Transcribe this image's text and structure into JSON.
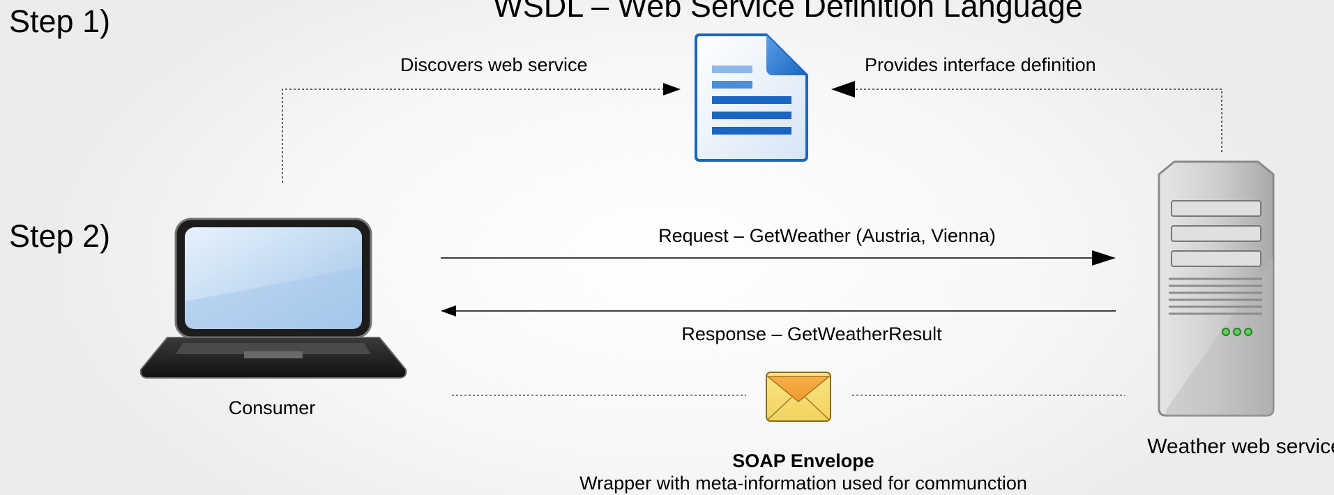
{
  "title": "WSDL – Web Service Definition Language",
  "steps": {
    "step1": "Step 1)",
    "step2": "Step 2)"
  },
  "arrows": {
    "discovers": "Discovers web service",
    "provides": "Provides  interface definition",
    "request": "Request – GetWeather (Austria, Vienna)",
    "response": "Response – GetWeatherResult"
  },
  "nodes": {
    "consumer": "Consumer",
    "service": "Weather web service"
  },
  "soap": {
    "title": "SOAP Envelope",
    "description": "Wrapper with meta-information used for communction"
  },
  "icons": {
    "document": "wsdl-document-icon",
    "laptop": "laptop-icon",
    "server": "server-tower-icon",
    "envelope": "envelope-icon"
  },
  "colors": {
    "document_blue": "#1a66c2",
    "envelope_yellow": "#f2d35e",
    "envelope_orange": "#f19a2a",
    "laptop_screen": "#b8d4ee",
    "server_gray": "#c8c8c8"
  }
}
